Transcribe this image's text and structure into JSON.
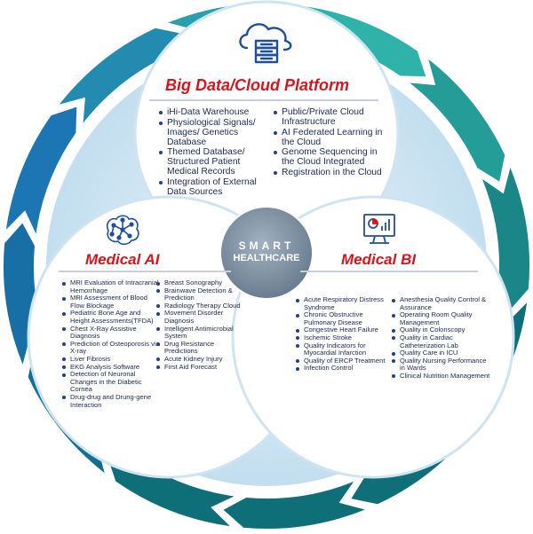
{
  "center": {
    "line1": "SMART",
    "line2": "HEALTHCARE"
  },
  "big_data": {
    "title": "Big Data/Cloud Platform",
    "icon": "cloud-server-icon",
    "col1": [
      "iHi-Data Warehouse",
      "Physiological Signals/ Images/ Genetics Database",
      "Themed Database/ Structured Patient Medical Records",
      "Integration of External Data Sources"
    ],
    "col2": [
      "Public/Private Cloud Infrastructure",
      "AI Federated Learning in the Cloud",
      "Genome Sequencing in the Cloud Integrated",
      "Registration in the Cloud"
    ]
  },
  "medical_ai": {
    "title": "Medical AI",
    "icon": "brain-network-icon",
    "col1": [
      "MRI Evaluation of Intracranial Hemorrhage",
      "MRI Assessment of Blood Flow Blockage",
      "Pediatric Bone Age and Height Assessments(TFDA)",
      "Chest X-Ray Assistive Diagnosis",
      "Prediction of Osteoporosis via X-ray",
      "Liver Fibrosis",
      "EKG Analysis Software",
      "Detection of Neuronal Changes in the Diabetic Cornea",
      "Drug-drug and Drung-gene Interaction"
    ],
    "col2": [
      "Breast Sonography",
      "Brainwave Detection & Prediction",
      "Radiology Therapy Cloud",
      "Movement Disorder Diagnosis",
      "Intelligent Antimicrobial System",
      "Drug Resistance Predictions",
      "Acute Kidney Injury",
      "First Aid Forecast"
    ]
  },
  "medical_bi": {
    "title": "Medical BI",
    "icon": "analytics-monitor-icon",
    "col1": [
      "Acute Respiratory Distress Syndrome",
      "Chronic Obstructive Pulmonary Disease",
      "Congestive Heart Failure",
      "Ischemic Stroke",
      "Quality Indicators for Myocardial Infarction",
      "Quality of ERCP Treatment",
      "Infection Control"
    ],
    "col2": [
      "Anesthesia Quality Control & Assurance",
      "Operating Room Quality Management",
      "Quality in Colonscopy",
      "Quality in Cardiac Catheterization Lab",
      "Quality Care in ICU",
      "Quality Nursing Performance in Wards",
      "Clinical Nutrition Management"
    ]
  },
  "colors": {
    "title_red": "#d4161c",
    "ring_blue": "#1a6fb5",
    "ring_teal": "#2fb3a8",
    "ring_dark_teal": "#0f6f78",
    "center_gray": "#7d8ea1"
  }
}
